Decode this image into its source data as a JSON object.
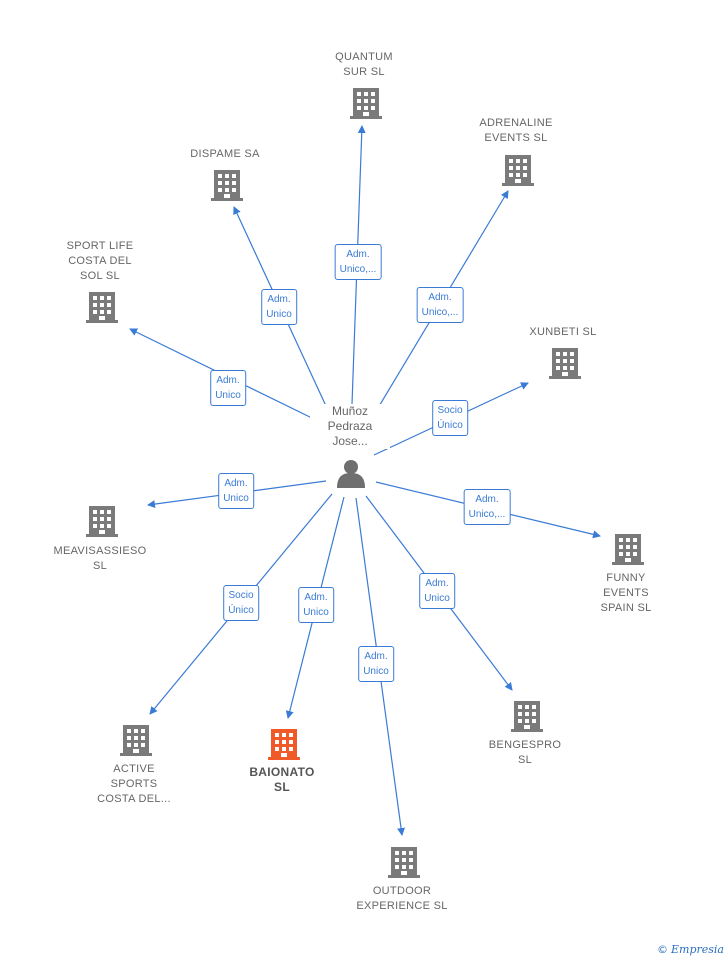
{
  "colors": {
    "edge": "#3a7bd5",
    "building": "#7a7a7a",
    "building_highlight": "#f05a28",
    "person": "#6f6f6f"
  },
  "person": {
    "label": "Muñoz\nPedraza\nJose...",
    "icon": "person-icon"
  },
  "companies": [
    {
      "id": "quantum",
      "label": "QUANTUM\nSUR  SL",
      "icon": "building-icon",
      "highlight": false
    },
    {
      "id": "adrenaline",
      "label": "ADRENALINE\nEVENTS  SL",
      "icon": "building-icon",
      "highlight": false
    },
    {
      "id": "dispame",
      "label": "DISPAME SA",
      "icon": "building-icon",
      "highlight": false
    },
    {
      "id": "sportlife",
      "label": "SPORT LIFE\nCOSTA DEL\nSOL SL",
      "icon": "building-icon",
      "highlight": false
    },
    {
      "id": "xunbeti",
      "label": "XUNBETI  SL",
      "icon": "building-icon",
      "highlight": false
    },
    {
      "id": "meavisassieso",
      "label": "MEAVISASSIESO\nSL",
      "icon": "building-icon",
      "highlight": false
    },
    {
      "id": "funny",
      "label": "FUNNY\nEVENTS\nSPAIN  SL",
      "icon": "building-icon",
      "highlight": false
    },
    {
      "id": "active",
      "label": "ACTIVE\nSPORTS\nCOSTA DEL...",
      "icon": "building-icon",
      "highlight": false
    },
    {
      "id": "baionato",
      "label": "BAIONATO\nSL",
      "icon": "building-icon",
      "highlight": true
    },
    {
      "id": "bengespro",
      "label": "BENGESPRO\nSL",
      "icon": "building-icon",
      "highlight": false
    },
    {
      "id": "outdoor",
      "label": "OUTDOOR\nEXPERIENCE SL",
      "icon": "building-icon",
      "highlight": false
    }
  ],
  "relations": [
    {
      "to": "quantum",
      "label": "Adm.\nUnico,..."
    },
    {
      "to": "adrenaline",
      "label": "Adm.\nUnico,..."
    },
    {
      "to": "dispame",
      "label": "Adm.\nUnico"
    },
    {
      "to": "sportlife",
      "label": "Adm.\nUnico"
    },
    {
      "to": "xunbeti",
      "label": "Socio\nÚnico"
    },
    {
      "to": "meavisassieso",
      "label": "Adm.\nUnico"
    },
    {
      "to": "funny",
      "label": "Adm.\nUnico,..."
    },
    {
      "to": "active",
      "label": "Socio\nÚnico"
    },
    {
      "to": "baionato",
      "label": "Adm.\nUnico"
    },
    {
      "to": "bengespro",
      "label": "Adm.\nUnico"
    },
    {
      "to": "outdoor",
      "label": "Adm.\nUnico"
    }
  ],
  "footer": {
    "copyright": "©",
    "brand": "Empresia"
  }
}
